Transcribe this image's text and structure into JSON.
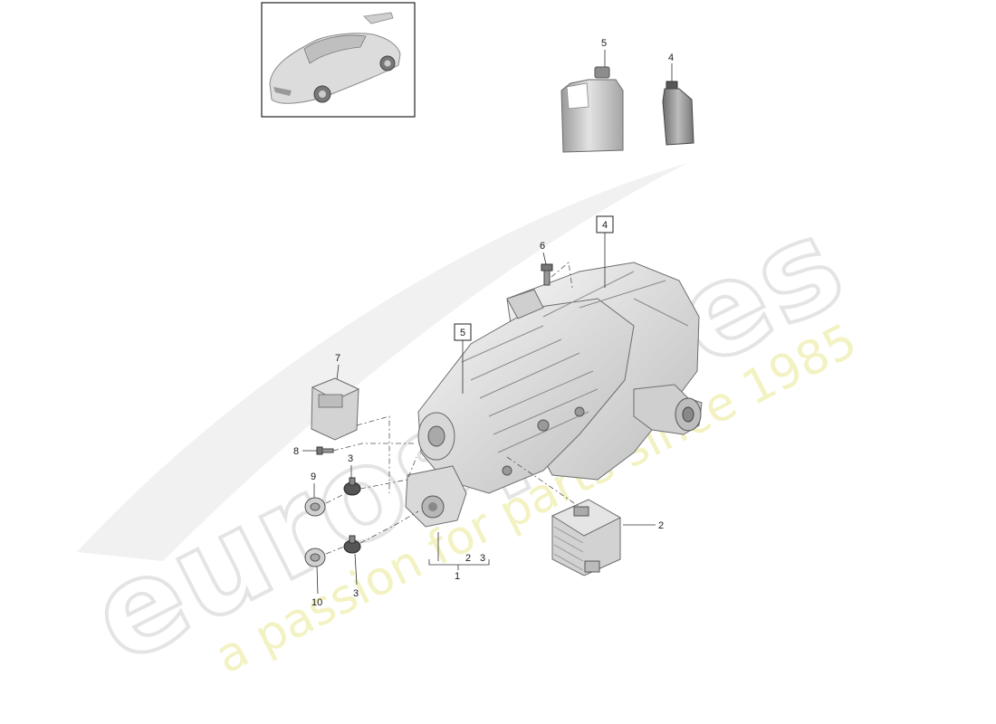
{
  "watermark": {
    "brand": "eurospares",
    "tagline": "a passion for parts since 1985"
  },
  "callouts": {
    "c1": "1",
    "c2_right": "2",
    "c2_bracket": "2",
    "c3_bracket": "3",
    "c3_upper": "3",
    "c3_lower": "3",
    "c4_boxed": "4",
    "c4_bottle": "4",
    "c5_boxed": "5",
    "c5_canister": "5",
    "c6": "6",
    "c7": "7",
    "c8": "8",
    "c9": "9",
    "c10": "10"
  },
  "icons": {
    "thumbnail": "car-thumbnail-icon",
    "transmission": "transmission-assembly-icon",
    "oil_canister": "oil-canister-icon",
    "oil_bottle": "oil-bottle-icon",
    "oil_cooler": "oil-cooler-icon",
    "control_unit": "control-unit-icon",
    "bolt": "bolt-icon",
    "mount": "rubber-mount-icon",
    "washer": "washer-icon"
  }
}
